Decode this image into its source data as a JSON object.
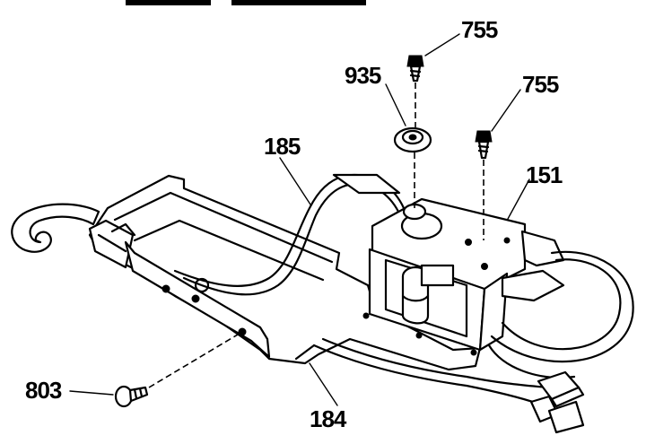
{
  "diagram": {
    "callouts": [
      {
        "id": "755a",
        "text": "755"
      },
      {
        "id": "935",
        "text": "935"
      },
      {
        "id": "755b",
        "text": "755"
      },
      {
        "id": "185",
        "text": "185"
      },
      {
        "id": "151",
        "text": "151"
      },
      {
        "id": "803",
        "text": "803"
      },
      {
        "id": "184",
        "text": "184"
      }
    ]
  }
}
